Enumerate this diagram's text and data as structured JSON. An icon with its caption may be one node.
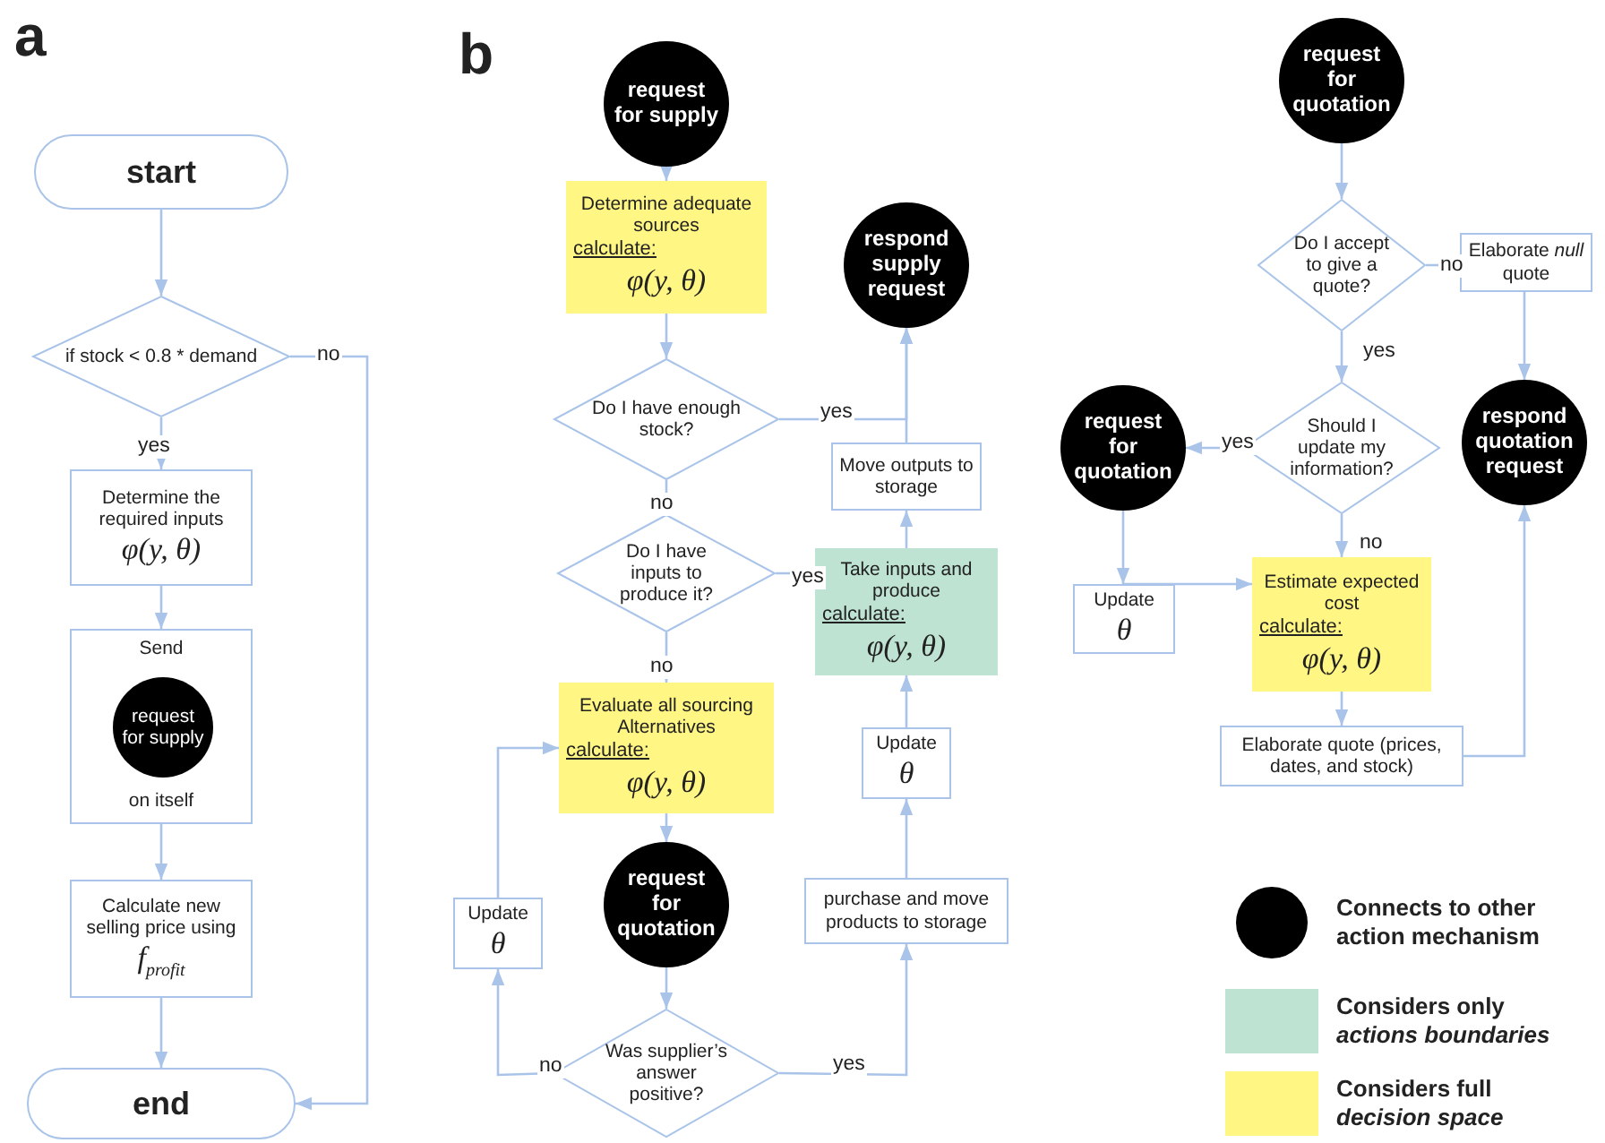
{
  "diagram": {
    "nodes": [
      {
        "text": [
          "start"
        ]
      },
      {
        "text": [
          "if stock < 0.8 * demand"
        ]
      },
      {
        "text": [
          "Determine the required inputs",
          "φ(y, θ)"
        ]
      },
      {
        "text": [
          "Send",
          "on itself"
        ]
      },
      {
        "text": [
          "request for supply"
        ],
        "in": 3
      },
      {
        "text": [
          "Calculate new selling price using",
          "f$_{profit}$"
        ]
      },
      {
        "text": [
          "end"
        ]
      },
      {
        "text": [
          "request for supply"
        ]
      },
      {
        "text": [
          "Determine adequate sources",
          "calculate:",
          "φ(y, θ)"
        ]
      },
      {
        "text": [
          "Do I have enough stock?"
        ]
      },
      {
        "text": [
          "respond supply request"
        ]
      },
      {
        "text": [
          "Move outputs to storage"
        ]
      },
      {
        "text": [
          "Do I have inputs to produce it?"
        ]
      },
      {
        "text": [
          "Take inputs and produce",
          "calculate:",
          "φ(y, θ)"
        ]
      },
      {
        "text": [
          "Evaluate all sourcing Alternatives",
          "calculate:",
          "φ(y, θ)"
        ]
      },
      {
        "text": [
          "request for quotation"
        ]
      },
      {
        "text": [
          "Update",
          "θ"
        ]
      },
      {
        "text": [
          "Update",
          "θ"
        ]
      },
      {
        "text": [
          "purchase and move products to storage"
        ]
      },
      {
        "text": [
          "Was supplier’s answer positive?"
        ]
      },
      {
        "text": [
          "request for quotation"
        ]
      },
      {
        "text": [
          "Do I accept to give a quote?"
        ]
      },
      {
        "text": [
          "Elaborate *null* quote"
        ]
      },
      {
        "text": [
          "Should I update my information?"
        ]
      },
      {
        "text": [
          "request for quotation"
        ]
      },
      {
        "text": [
          "respond quotation request"
        ]
      },
      {
        "text": [
          "Update",
          "θ"
        ]
      },
      {
        "text": [
          "Estimate expected cost",
          "calculate:",
          "φ(y, θ)"
        ]
      },
      {
        "text": [
          "Elaborate quote (prices, dates, and stock)"
        ]
      }
    ],
    "edges": [
      {
        "from": 0,
        "to": 1,
        "arrow": "to"
      },
      {
        "from": 1,
        "to": 2,
        "arrow": "to",
        "label": "yes"
      },
      {
        "from": 2,
        "to": 3,
        "arrow": "to"
      },
      {
        "from": 3,
        "to": 5,
        "arrow": "to"
      },
      {
        "from": 5,
        "to": 6,
        "arrow": "to"
      },
      {
        "from": 1,
        "to": 6,
        "arrow": "to",
        "label": "no"
      },
      {
        "from": 7,
        "to": 8,
        "arrow": "to"
      },
      {
        "from": 8,
        "to": 9,
        "arrow": "to"
      },
      {
        "from": 9,
        "to": 10,
        "arrow": "to",
        "label": "yes"
      },
      {
        "from": 9,
        "to": 12,
        "arrow": "to",
        "label": "no"
      },
      {
        "from": 12,
        "to": 13,
        "arrow": "to",
        "label": "yes"
      },
      {
        "from": 12,
        "to": 14,
        "arrow": "to",
        "label": "no"
      },
      {
        "from": 13,
        "to": 11,
        "arrow": "to"
      },
      {
        "from": 11,
        "to": 10,
        "arrow": "to"
      },
      {
        "from": 14,
        "to": 15,
        "arrow": "to"
      },
      {
        "from": 15,
        "to": 19,
        "arrow": "to"
      },
      {
        "from": 19,
        "to": 17,
        "arrow": "to",
        "label": "no"
      },
      {
        "from": 17,
        "to": 14,
        "arrow": "to"
      },
      {
        "from": 19,
        "to": 18,
        "arrow": "to",
        "label": "yes"
      },
      {
        "from": 18,
        "to": 16,
        "arrow": "to"
      },
      {
        "from": 16,
        "to": 13,
        "arrow": "to"
      },
      {
        "from": 20,
        "to": 21,
        "arrow": "to"
      },
      {
        "from": 21,
        "to": 22,
        "arrow": "to",
        "label": "no"
      },
      {
        "from": 21,
        "to": 23,
        "arrow": "to",
        "label": "yes"
      },
      {
        "from": 22,
        "to": 25,
        "arrow": "to"
      },
      {
        "from": 23,
        "to": 24,
        "arrow": "to",
        "label": "yes"
      },
      {
        "from": 23,
        "to": 27,
        "arrow": "to",
        "label": "no"
      },
      {
        "from": 24,
        "to": 26,
        "arrow": "to"
      },
      {
        "from": 26,
        "to": 27,
        "arrow": "to"
      },
      {
        "from": 27,
        "to": 28,
        "arrow": "to"
      },
      {
        "from": 28,
        "to": 25,
        "arrow": "to"
      }
    ],
    "labels": [
      "a",
      "b"
    ],
    "legend": [
      {
        "text": "Connects to other action mechanism"
      },
      {
        "text": "Considers only *actions boundaries*",
        "color": "#bfe3d2"
      },
      {
        "text": "Considers full *decision space*",
        "color": "#fff684"
      }
    ]
  }
}
